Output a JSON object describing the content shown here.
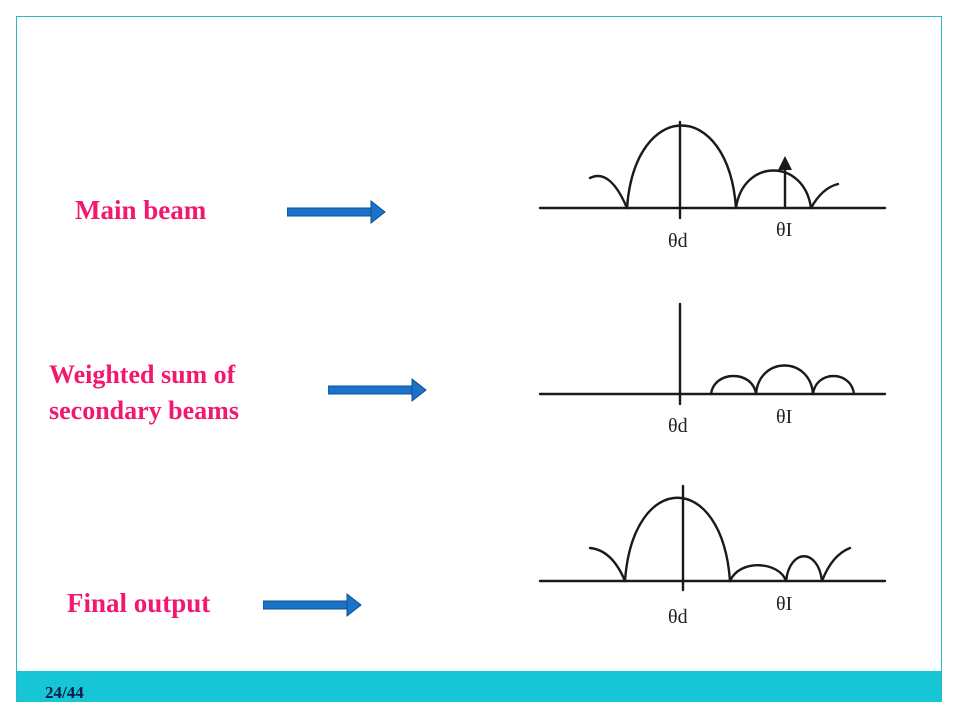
{
  "slide": {
    "page_number": "24/44",
    "colors": {
      "label": "#f2176f",
      "arrow": "#1a73c9",
      "footer": "#17c6d6",
      "frame": "#2bb7c9",
      "curve": "#1a1a1a"
    }
  },
  "labels": {
    "main_beam": "Main beam",
    "weighted_line1": "Weighted sum of",
    "weighted_line2": "secondary beams",
    "final_output": "Final output"
  },
  "plots": {
    "top": {
      "theta_d": "θd",
      "theta_i": "θI"
    },
    "middle": {
      "theta_d": "θd",
      "theta_i": "θI"
    },
    "bottom": {
      "theta_d": "θd",
      "theta_i": "θI"
    }
  }
}
